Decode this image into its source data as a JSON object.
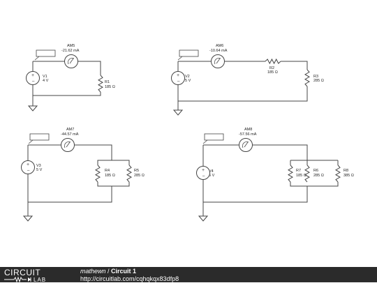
{
  "circuits": [
    {
      "label": "Circuit_1",
      "ammeter": {
        "name": "AM5",
        "reading": "-21.62 mA"
      },
      "source": {
        "name": "V1",
        "value": "4 V"
      },
      "resistors": [
        {
          "name": "R1",
          "value": "185 Ω"
        }
      ]
    },
    {
      "label": "Circuit_2",
      "ammeter": {
        "name": "AM6",
        "reading": "-10.64 mA"
      },
      "source": {
        "name": "V2",
        "value": "5 V"
      },
      "resistors": [
        {
          "name": "R2",
          "value": "185 Ω"
        },
        {
          "name": "R3",
          "value": "285 Ω"
        }
      ]
    },
    {
      "label": "Circuit_3",
      "ammeter": {
        "name": "AM7",
        "reading": "-44.57 mA"
      },
      "source": {
        "name": "V3",
        "value": "5 V"
      },
      "resistors": [
        {
          "name": "R4",
          "value": "185 Ω"
        },
        {
          "name": "R5",
          "value": "285 Ω"
        }
      ]
    },
    {
      "label": "Circuit_4",
      "ammeter": {
        "name": "AM8",
        "reading": "-57.56 mA"
      },
      "source": {
        "name": "V4",
        "value": "5 V"
      },
      "resistors": [
        {
          "name": "R7",
          "value": "185 Ω"
        },
        {
          "name": "R6",
          "value": "285 Ω"
        },
        {
          "name": "R8",
          "value": "385 Ω"
        }
      ]
    }
  ],
  "footer": {
    "logo_top": "CIRCUIT",
    "logo_bottom": "LAB",
    "user": "mathewn",
    "separator": " / ",
    "title": "Circuit 1",
    "url": "http://circuitlab.com/cqhqkqx83dfp8"
  },
  "colors": {
    "wire": "#444444",
    "text": "#222222",
    "footer_bg": "#2b2b2b"
  }
}
